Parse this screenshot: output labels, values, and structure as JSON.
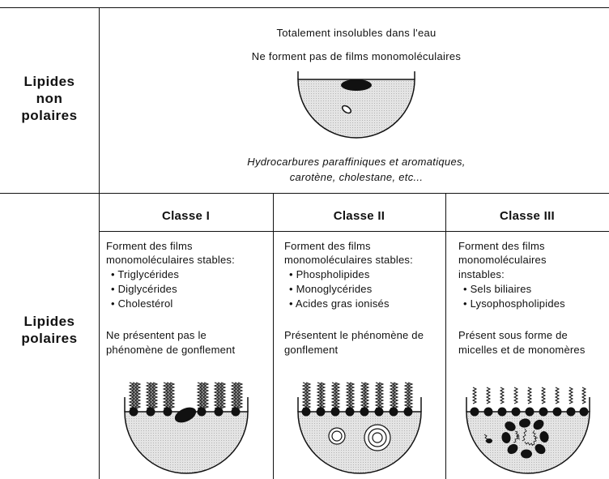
{
  "non_polar": {
    "label": [
      "Lipides",
      "non",
      "polaires"
    ],
    "line1": "Totalement  insolubles  dans  l'eau",
    "line2": "Ne  forment  pas de  films  monomoléculaires",
    "examples": [
      "Hydrocarbures  paraffiniques  et  aromatiques,",
      "carotène,  cholestane,  etc..."
    ]
  },
  "polar": {
    "label": [
      "Lipides",
      "polaires"
    ],
    "classes": [
      {
        "title": "Classe  I",
        "lines": [
          "Forment  des  films",
          "monomoléculaires     stables:",
          "• Triglycérides",
          "• Diglycérides",
          "• Cholestérol",
          "",
          "Ne  présentent  pas le",
          "phénomène  de  gonflement"
        ]
      },
      {
        "title": "Classe  II",
        "lines": [
          "Forment  des  films",
          "monomoléculaires    stables:",
          "• Phospholipides",
          "• Monoglycérides",
          "• Acides gras ionisés",
          "",
          "Présentent  le phénomène  de",
          "gonflement"
        ]
      },
      {
        "title": "Classe  III",
        "lines": [
          "Forment  des  films",
          "monomoléculaires",
          "instables:",
          "• Sels biliaires",
          "• Lysophospholipides",
          "",
          "Présent  sous forme de",
          "micelles  et  de monomères"
        ]
      }
    ]
  }
}
